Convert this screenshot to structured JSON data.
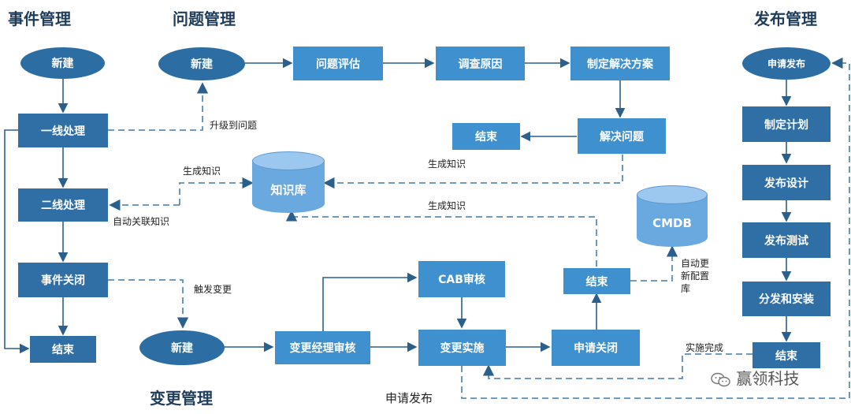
{
  "sections": {
    "incident": "事件管理",
    "problem": "问题管理",
    "release": "发布管理",
    "change": "变更管理"
  },
  "incident": {
    "new": "新建",
    "first_line": "一线处理",
    "second_line": "二线处理",
    "close": "事件关闭",
    "end": "结束"
  },
  "problem": {
    "new": "新建",
    "assess": "问题评估",
    "investigate": "调查原因",
    "plan_solution": "制定解决方案",
    "solve": "解决问题",
    "end": "结束"
  },
  "knowledge_base": "知识库",
  "cmdb": "CMDB",
  "change": {
    "new": "新建",
    "manager_review": "变更经理审核",
    "cab_review": "CAB审核",
    "implement": "变更实施",
    "close_request": "申请关闭",
    "end": "结束"
  },
  "release": {
    "apply": "申请发布",
    "plan": "制定计划",
    "design": "发布设计",
    "test": "发布测试",
    "deploy": "分发和安装",
    "end": "结束"
  },
  "annotations": {
    "escalate": "升级到问题",
    "gen_knowledge_1": "生成知识",
    "gen_knowledge_2": "生成知识",
    "gen_knowledge_3": "生成知识",
    "auto_link": "自动关联知识",
    "trigger_change": "触发变更",
    "auto_update_cmdb": "自动更新配置库",
    "impl_done": "实施完成",
    "apply_release": "申请发布"
  },
  "watermark": "赢领科技"
}
